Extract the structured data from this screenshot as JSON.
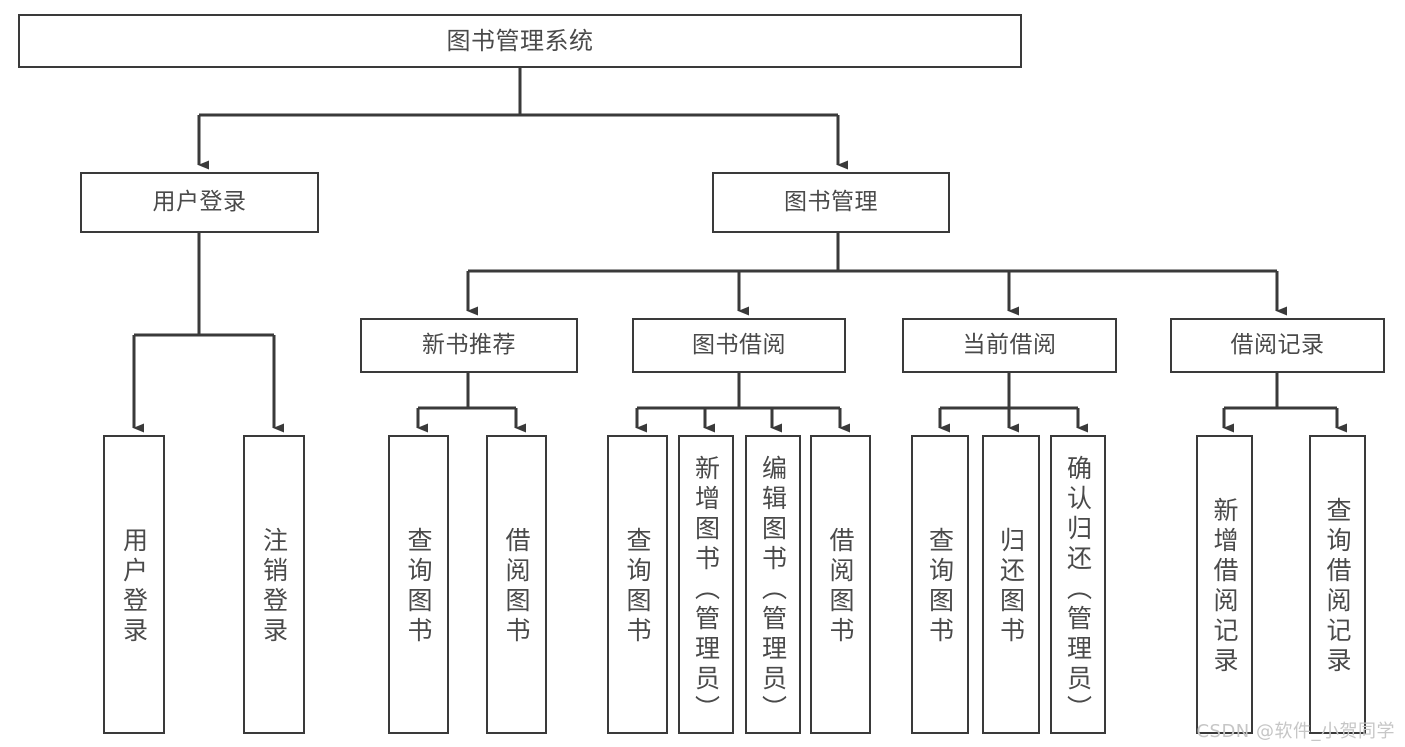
{
  "diagram": {
    "title": "图书管理系统",
    "type": "tree",
    "watermark": "CSDN @软件_小贺同学",
    "colors": {
      "stroke": "#3a3a3a",
      "text": "#4a4a4a",
      "background": "#ffffff",
      "watermark": "#c6c6c6"
    },
    "nodes": {
      "root": {
        "label": "图书管理系统"
      },
      "level2": [
        {
          "label": "用户登录"
        },
        {
          "label": "图书管理"
        }
      ],
      "level3": [
        {
          "label": "新书推荐"
        },
        {
          "label": "图书借阅"
        },
        {
          "label": "当前借阅"
        },
        {
          "label": "借阅记录"
        }
      ],
      "leaves": {
        "user_login": [
          {
            "label": "用户登录"
          },
          {
            "label": "注销登录"
          }
        ],
        "new_books": [
          {
            "label": "查询图书"
          },
          {
            "label": "借阅图书"
          }
        ],
        "book_borrow": [
          {
            "label": "查询图书"
          },
          {
            "label": "新增图书（管理员）"
          },
          {
            "label": "编辑图书（管理员）"
          },
          {
            "label": "借阅图书"
          }
        ],
        "current_borrow": [
          {
            "label": "查询图书"
          },
          {
            "label": "归还图书"
          },
          {
            "label": "确认归还（管理员）"
          }
        ],
        "borrow_records": [
          {
            "label": "新增借阅记录"
          },
          {
            "label": "查询借阅记录"
          }
        ]
      }
    }
  }
}
